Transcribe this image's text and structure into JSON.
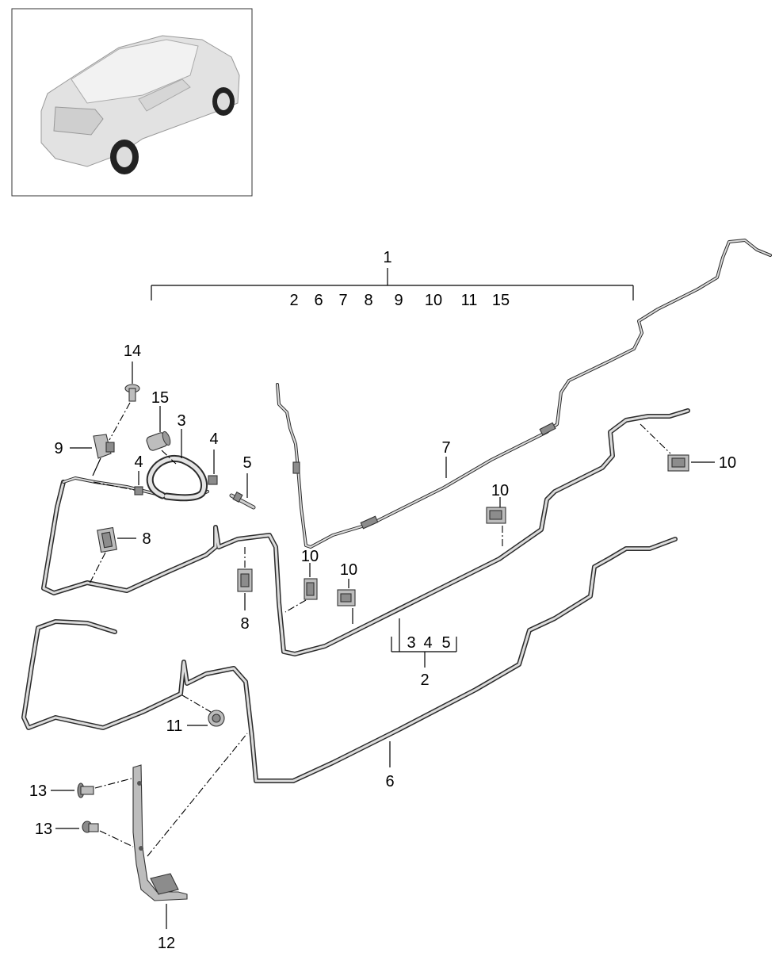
{
  "callouts": {
    "c1": "1",
    "c1_list": [
      "2",
      "6",
      "7",
      "8",
      "9",
      "10",
      "11",
      "15"
    ],
    "c2": "2",
    "c2_list": [
      "3",
      "4",
      "5"
    ],
    "c3": "3",
    "c4a": "4",
    "c4b": "4",
    "c5": "5",
    "c6": "6",
    "c7": "7",
    "c8a": "8",
    "c8b": "8",
    "c9": "9",
    "c10a": "10",
    "c10b": "10",
    "c10c": "10",
    "c10d": "10",
    "c11": "11",
    "c12": "12",
    "c13a": "13",
    "c13b": "13",
    "c14": "14",
    "c15": "15"
  },
  "colors": {
    "pipe_dark": "#2b2b2b",
    "pipe_light": "#dcdcdc",
    "part_fill": "#bdbdbd"
  }
}
